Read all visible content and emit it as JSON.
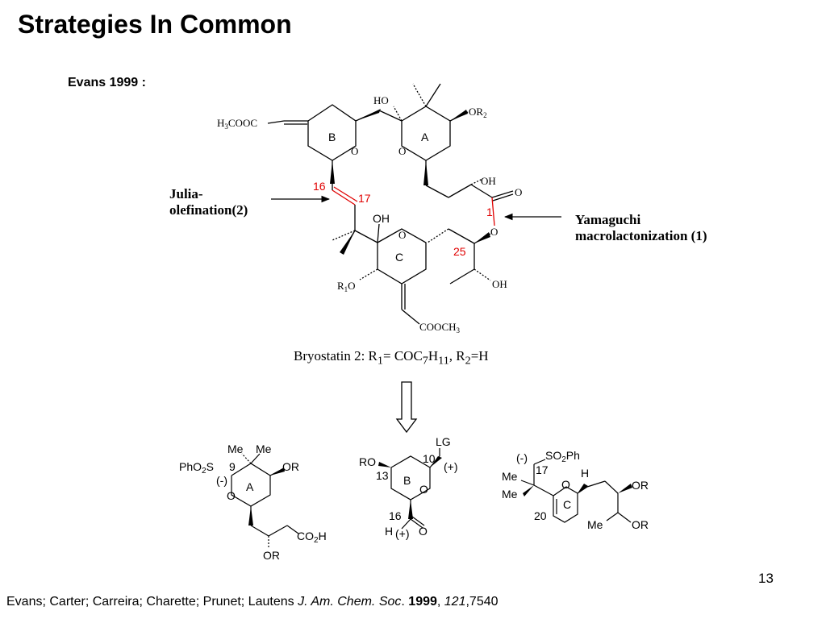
{
  "title": "Strategies In Common",
  "subtitle": "Evans 1999 :",
  "annotations": {
    "julia_line1": "Julia-",
    "julia_line2": "olefination(2)",
    "yamaguchi_line1": "Yamaguchi",
    "yamaguchi_line2": "macrolactonization (1)"
  },
  "caption": {
    "prefix": "Bryostatin 2: R",
    "r1_sub": "1",
    "eq1": "= COC",
    "c_sub": "7",
    "h": "H",
    "h_sub": "11",
    "sep": ",  R",
    "r2_sub": "2",
    "eq2": "=H"
  },
  "macrocycle": {
    "h3cooc": "H3COOC",
    "ho_top": "HO",
    "or2": "OR2",
    "ring_b": "B",
    "ring_a": "A",
    "ring_c": "C",
    "o_b": "O",
    "o_a": "O",
    "o_c": "O",
    "oh_right": "OH",
    "o_carbonyl": "O",
    "o_ester": "O",
    "oh_c": "OH",
    "r1o": "R1O",
    "oh_bottom": "OH",
    "cooch3": "COOCH3",
    "num16": "16",
    "num17": "17",
    "num1": "1",
    "num25": "25"
  },
  "fragments": {
    "a": {
      "me1": "Me",
      "me2": "Me",
      "pho2s": "PhO2S",
      "n9": "9",
      "or": "OR",
      "minus": "(-)",
      "ring": "A",
      "o": "O",
      "co2h": "CO2H",
      "or2": "OR"
    },
    "b": {
      "lg": "LG",
      "n10": "10",
      "plus1": "(+)",
      "ro": "RO",
      "n13": "13",
      "ring": "B",
      "o": "O",
      "n16": "16",
      "h": "H",
      "plus2": "(+)",
      "o2": "O"
    },
    "c": {
      "minus": "(-)",
      "so2ph": "SO2Ph",
      "n17": "17",
      "me1": "Me",
      "me2": "Me",
      "h": "H",
      "o": "O",
      "or1": "OR",
      "ring": "C",
      "n20": "20",
      "me3": "Me",
      "or2": "OR"
    }
  },
  "page_number": "13",
  "reference": {
    "authors": "Evans; Carter; Carreira; Charette; Prunet; Lautens",
    "journal": "J. Am. Chem. Soc",
    "dot": ".",
    "year": "1999",
    "comma": ", ",
    "volume": "121",
    "pages": ",7540"
  }
}
